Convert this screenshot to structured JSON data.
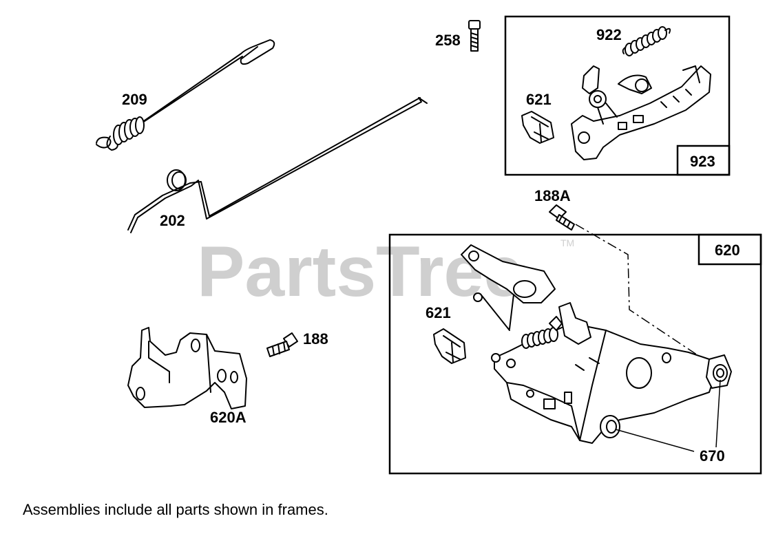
{
  "watermark": {
    "text": "PartsTree",
    "trademark": "TM"
  },
  "labels": {
    "p258": "258",
    "p209": "209",
    "p202": "202",
    "p922": "922",
    "p621a": "621",
    "p923": "923",
    "p188a": "188A",
    "p620": "620",
    "p621b": "621",
    "p188": "188",
    "p620a": "620A",
    "p670": "670"
  },
  "footnote": "Assemblies include all parts shown in frames."
}
